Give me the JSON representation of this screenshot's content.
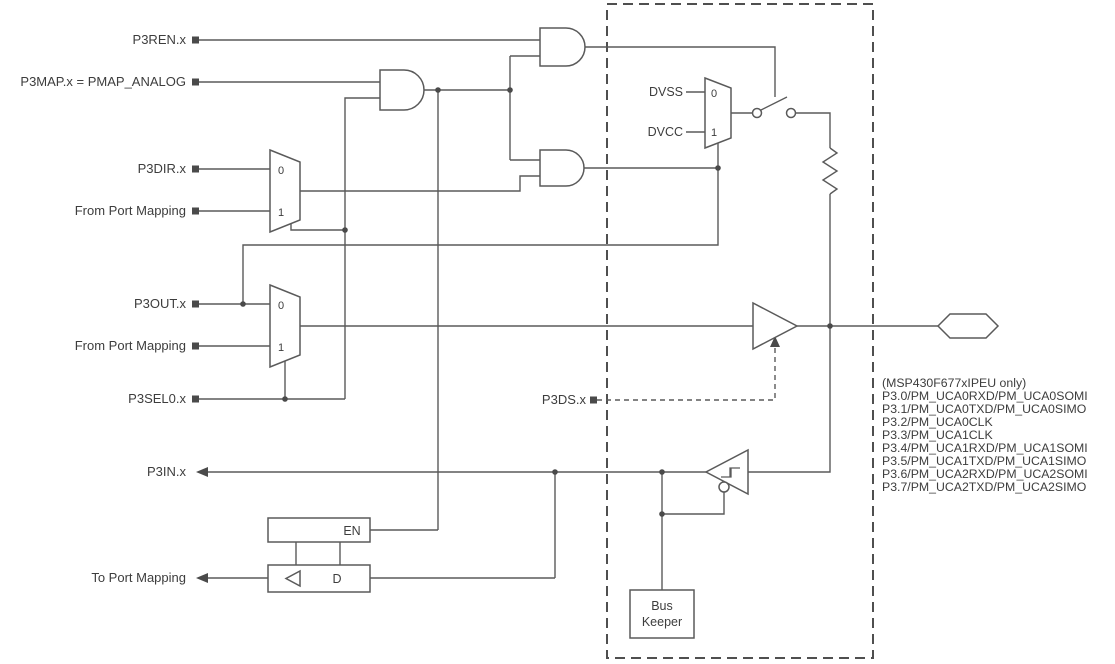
{
  "diagram": {
    "signals": {
      "p3ren": "P3REN.x",
      "p3map": "P3MAP.x = PMAP_ANALOG",
      "p3dir": "P3DIR.x",
      "from_port_mapping_dir": "From Port Mapping",
      "p3out": "P3OUT.x",
      "from_port_mapping_out": "From Port Mapping",
      "p3sel0": "P3SEL0.x",
      "p3in": "P3IN.x",
      "to_port_mapping": "To Port Mapping",
      "p3ds": "P3DS.x",
      "dvss": "DVSS",
      "dvcc": "DVCC"
    },
    "mux": {
      "zero": "0",
      "one": "1"
    },
    "latch": {
      "en": "EN",
      "d": "D"
    },
    "bus_keeper": {
      "line1": "Bus",
      "line2": "Keeper"
    },
    "pin_note": "(MSP430F677xIPEU only)",
    "pins": [
      "P3.0/PM_UCA0RXD/PM_UCA0SOMI",
      "P3.1/PM_UCA0TXD/PM_UCA0SIMO",
      "P3.2/PM_UCA0CLK",
      "P3.3/PM_UCA1CLK",
      "P3.4/PM_UCA1RXD/PM_UCA1SOMI",
      "P3.5/PM_UCA1TXD/PM_UCA1SIMO",
      "P3.6/PM_UCA2RXD/PM_UCA2SOMI",
      "P3.7/PM_UCA2TXD/PM_UCA2SIMO"
    ],
    "colors": {
      "line": "#5a5a5a",
      "text": "#3d3d3d",
      "background": "#ffffff"
    }
  }
}
